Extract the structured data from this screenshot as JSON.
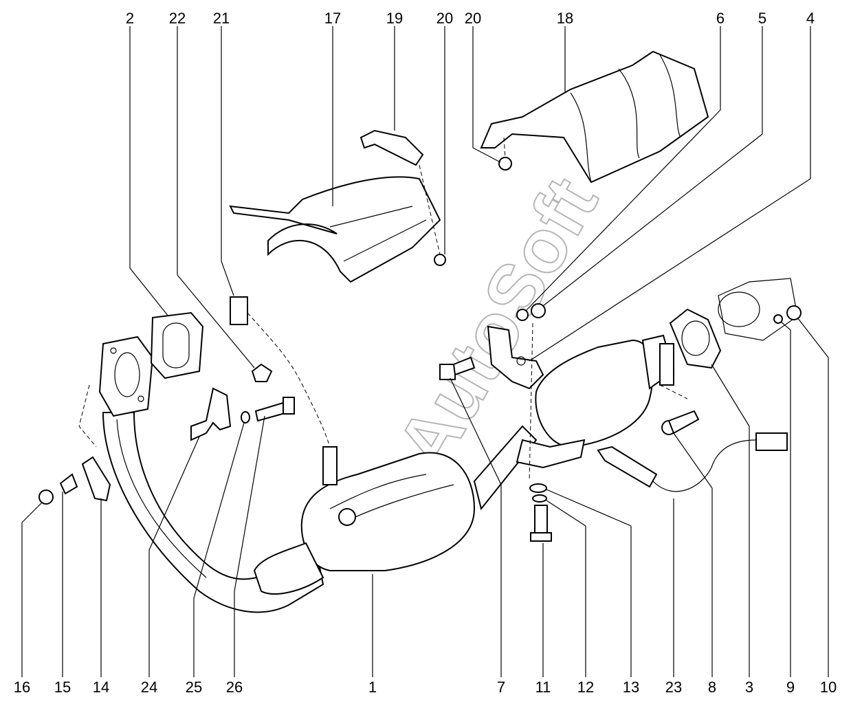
{
  "watermark": "AutoSoft",
  "callouts": [
    {
      "id": "2",
      "text": "2"
    },
    {
      "id": "22",
      "text": "22"
    },
    {
      "id": "21",
      "text": "21"
    },
    {
      "id": "17",
      "text": "17"
    },
    {
      "id": "19",
      "text": "19"
    },
    {
      "id": "20a",
      "text": "20"
    },
    {
      "id": "20b",
      "text": "20"
    },
    {
      "id": "18",
      "text": "18"
    },
    {
      "id": "6",
      "text": "6"
    },
    {
      "id": "5",
      "text": "5"
    },
    {
      "id": "4",
      "text": "4"
    },
    {
      "id": "16",
      "text": "16"
    },
    {
      "id": "15",
      "text": "15"
    },
    {
      "id": "14",
      "text": "14"
    },
    {
      "id": "24",
      "text": "24"
    },
    {
      "id": "25",
      "text": "25"
    },
    {
      "id": "26",
      "text": "26"
    },
    {
      "id": "1",
      "text": "1"
    },
    {
      "id": "7",
      "text": "7"
    },
    {
      "id": "11",
      "text": "11"
    },
    {
      "id": "12",
      "text": "12"
    },
    {
      "id": "13",
      "text": "13"
    },
    {
      "id": "23",
      "text": "23"
    },
    {
      "id": "8",
      "text": "8"
    },
    {
      "id": "3",
      "text": "3"
    },
    {
      "id": "9",
      "text": "9"
    },
    {
      "id": "10",
      "text": "10"
    }
  ]
}
